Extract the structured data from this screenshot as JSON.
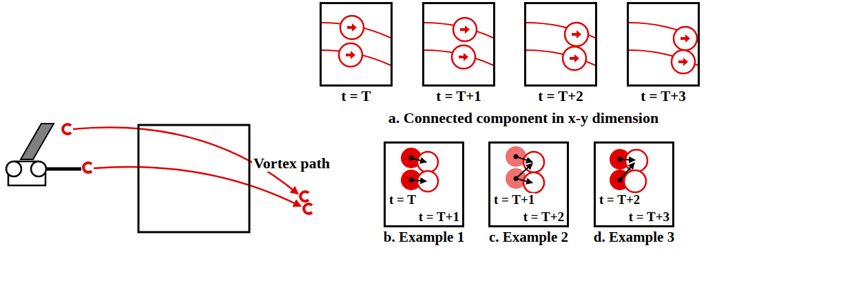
{
  "diagram": {
    "nodes": [
      {
        "text": [
          "t = T"
        ]
      },
      {
        "text": [
          "t = T+1"
        ]
      },
      {
        "text": [
          "t = T+2"
        ]
      },
      {
        "text": [
          "t = T+3"
        ]
      },
      {
        "text": [
          "t = T",
          "t = T+1",
          "b. Example 1"
        ]
      },
      {
        "text": [
          "t = T+1",
          "t = T+2",
          "c. Example 2"
        ]
      },
      {
        "text": [
          "t = T+2",
          "t = T+3",
          "d. Example 3"
        ]
      }
    ],
    "labels": [
      "Vortex path",
      "a. Connected component in x-y dimension"
    ]
  }
}
